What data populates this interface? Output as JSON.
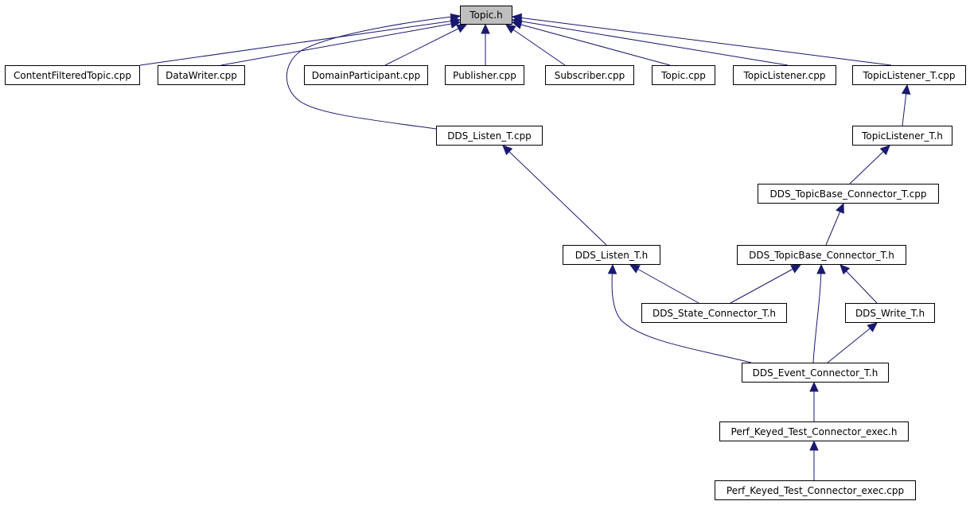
{
  "diagram": {
    "colors": {
      "edge": "#191970",
      "node_border": "#000000",
      "node_fill": "#ffffff",
      "root_fill": "#bfbfbf"
    },
    "nodes": [
      {
        "id": "topic_h",
        "label": "Topic.h",
        "root": true
      },
      {
        "id": "content_filtered_topic_cpp",
        "label": "ContentFilteredTopic.cpp"
      },
      {
        "id": "data_writer_cpp",
        "label": "DataWriter.cpp"
      },
      {
        "id": "domain_participant_cpp",
        "label": "DomainParticipant.cpp"
      },
      {
        "id": "publisher_cpp",
        "label": "Publisher.cpp"
      },
      {
        "id": "subscriber_cpp",
        "label": "Subscriber.cpp"
      },
      {
        "id": "topic_cpp",
        "label": "Topic.cpp"
      },
      {
        "id": "topic_listener_cpp",
        "label": "TopicListener.cpp"
      },
      {
        "id": "topic_listener_t_cpp",
        "label": "TopicListener_T.cpp"
      },
      {
        "id": "dds_listen_t_cpp",
        "label": "DDS_Listen_T.cpp"
      },
      {
        "id": "topic_listener_t_h",
        "label": "TopicListener_T.h"
      },
      {
        "id": "dds_topicbase_connector_t_cpp",
        "label": "DDS_TopicBase_Connector_T.cpp"
      },
      {
        "id": "dds_listen_t_h",
        "label": "DDS_Listen_T.h"
      },
      {
        "id": "dds_topicbase_connector_t_h",
        "label": "DDS_TopicBase_Connector_T.h"
      },
      {
        "id": "dds_state_connector_t_h",
        "label": "DDS_State_Connector_T.h"
      },
      {
        "id": "dds_write_t_h",
        "label": "DDS_Write_T.h"
      },
      {
        "id": "dds_event_connector_t_h",
        "label": "DDS_Event_Connector_T.h"
      },
      {
        "id": "perf_keyed_test_connector_exec_h",
        "label": "Perf_Keyed_Test_Connector_exec.h"
      },
      {
        "id": "perf_keyed_test_connector_exec_cpp",
        "label": "Perf_Keyed_Test_Connector_exec.cpp"
      }
    ],
    "edges": [
      {
        "from": "content_filtered_topic_cpp",
        "to": "topic_h"
      },
      {
        "from": "data_writer_cpp",
        "to": "topic_h"
      },
      {
        "from": "domain_participant_cpp",
        "to": "topic_h"
      },
      {
        "from": "publisher_cpp",
        "to": "topic_h"
      },
      {
        "from": "subscriber_cpp",
        "to": "topic_h"
      },
      {
        "from": "topic_cpp",
        "to": "topic_h"
      },
      {
        "from": "topic_listener_cpp",
        "to": "topic_h"
      },
      {
        "from": "topic_listener_t_cpp",
        "to": "topic_h"
      },
      {
        "from": "dds_listen_t_cpp",
        "to": "topic_h"
      },
      {
        "from": "topic_listener_t_h",
        "to": "topic_listener_t_cpp"
      },
      {
        "from": "dds_topicbase_connector_t_cpp",
        "to": "topic_listener_t_h"
      },
      {
        "from": "dds_listen_t_h",
        "to": "dds_listen_t_cpp"
      },
      {
        "from": "dds_topicbase_connector_t_h",
        "to": "dds_topicbase_connector_t_cpp"
      },
      {
        "from": "dds_state_connector_t_h",
        "to": "dds_listen_t_h"
      },
      {
        "from": "dds_state_connector_t_h",
        "to": "dds_topicbase_connector_t_h"
      },
      {
        "from": "dds_write_t_h",
        "to": "dds_topicbase_connector_t_h"
      },
      {
        "from": "dds_event_connector_t_h",
        "to": "dds_listen_t_h"
      },
      {
        "from": "dds_event_connector_t_h",
        "to": "dds_topicbase_connector_t_h"
      },
      {
        "from": "dds_event_connector_t_h",
        "to": "dds_write_t_h"
      },
      {
        "from": "perf_keyed_test_connector_exec_h",
        "to": "dds_event_connector_t_h"
      },
      {
        "from": "perf_keyed_test_connector_exec_cpp",
        "to": "perf_keyed_test_connector_exec_h"
      }
    ]
  }
}
